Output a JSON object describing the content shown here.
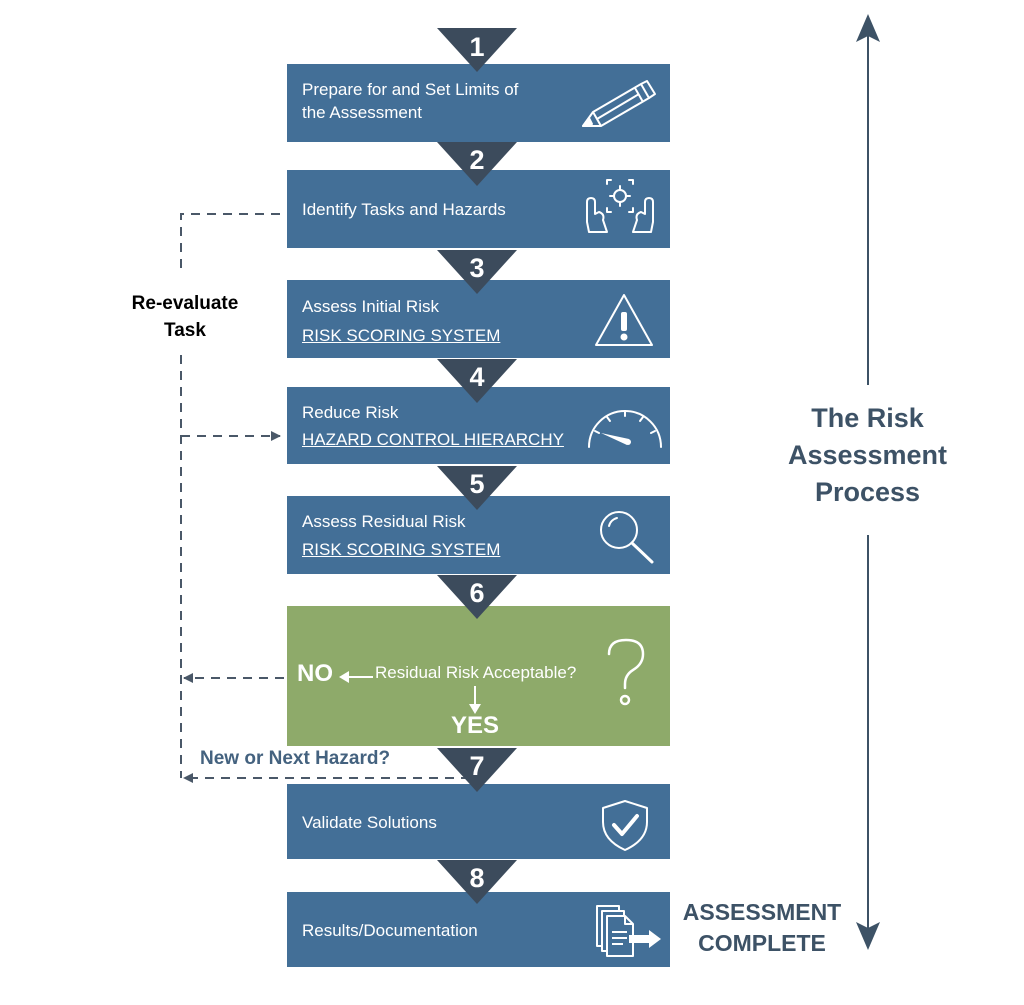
{
  "steps": [
    {
      "number": "1",
      "title_line1": "Prepare for and Set Limits of",
      "title_line2": "the Assessment",
      "icon": "pencil-icon"
    },
    {
      "number": "2",
      "title": "Identify Tasks and Hazards",
      "icon": "hands-target-icon"
    },
    {
      "number": "3",
      "title": "Assess Initial Risk",
      "link": "RISK SCORING SYSTEM",
      "icon": "warning-triangle-icon"
    },
    {
      "number": "4",
      "title": "Reduce Risk",
      "link": "HAZARD CONTROL HIERARCHY",
      "icon": "gauge-icon"
    },
    {
      "number": "5",
      "title": "Assess Residual Risk",
      "link": "RISK SCORING SYSTEM",
      "icon": "magnifier-icon"
    },
    {
      "number": "6",
      "question": "Residual Risk Acceptable?",
      "no": "NO",
      "yes": "YES",
      "icon": "question-mark-icon"
    },
    {
      "number": "7",
      "title": "Validate Solutions",
      "icon": "shield-check-icon"
    },
    {
      "number": "8",
      "title": "Results/Documentation",
      "icon": "documents-arrow-icon"
    }
  ],
  "side": {
    "reevaluate_line1": "Re-evaluate",
    "reevaluate_line2": "Task",
    "new_hazard": "New or Next Hazard?"
  },
  "process_title": {
    "line1": "The Risk",
    "line2": "Assessment",
    "line3": "Process"
  },
  "complete": {
    "line1": "ASSESSMENT",
    "line2": "COMPLETE"
  },
  "colors": {
    "box": "#436f97",
    "decision": "#8eaa6a",
    "triangle": "#3c4b5c",
    "connector": "#4a5868"
  }
}
